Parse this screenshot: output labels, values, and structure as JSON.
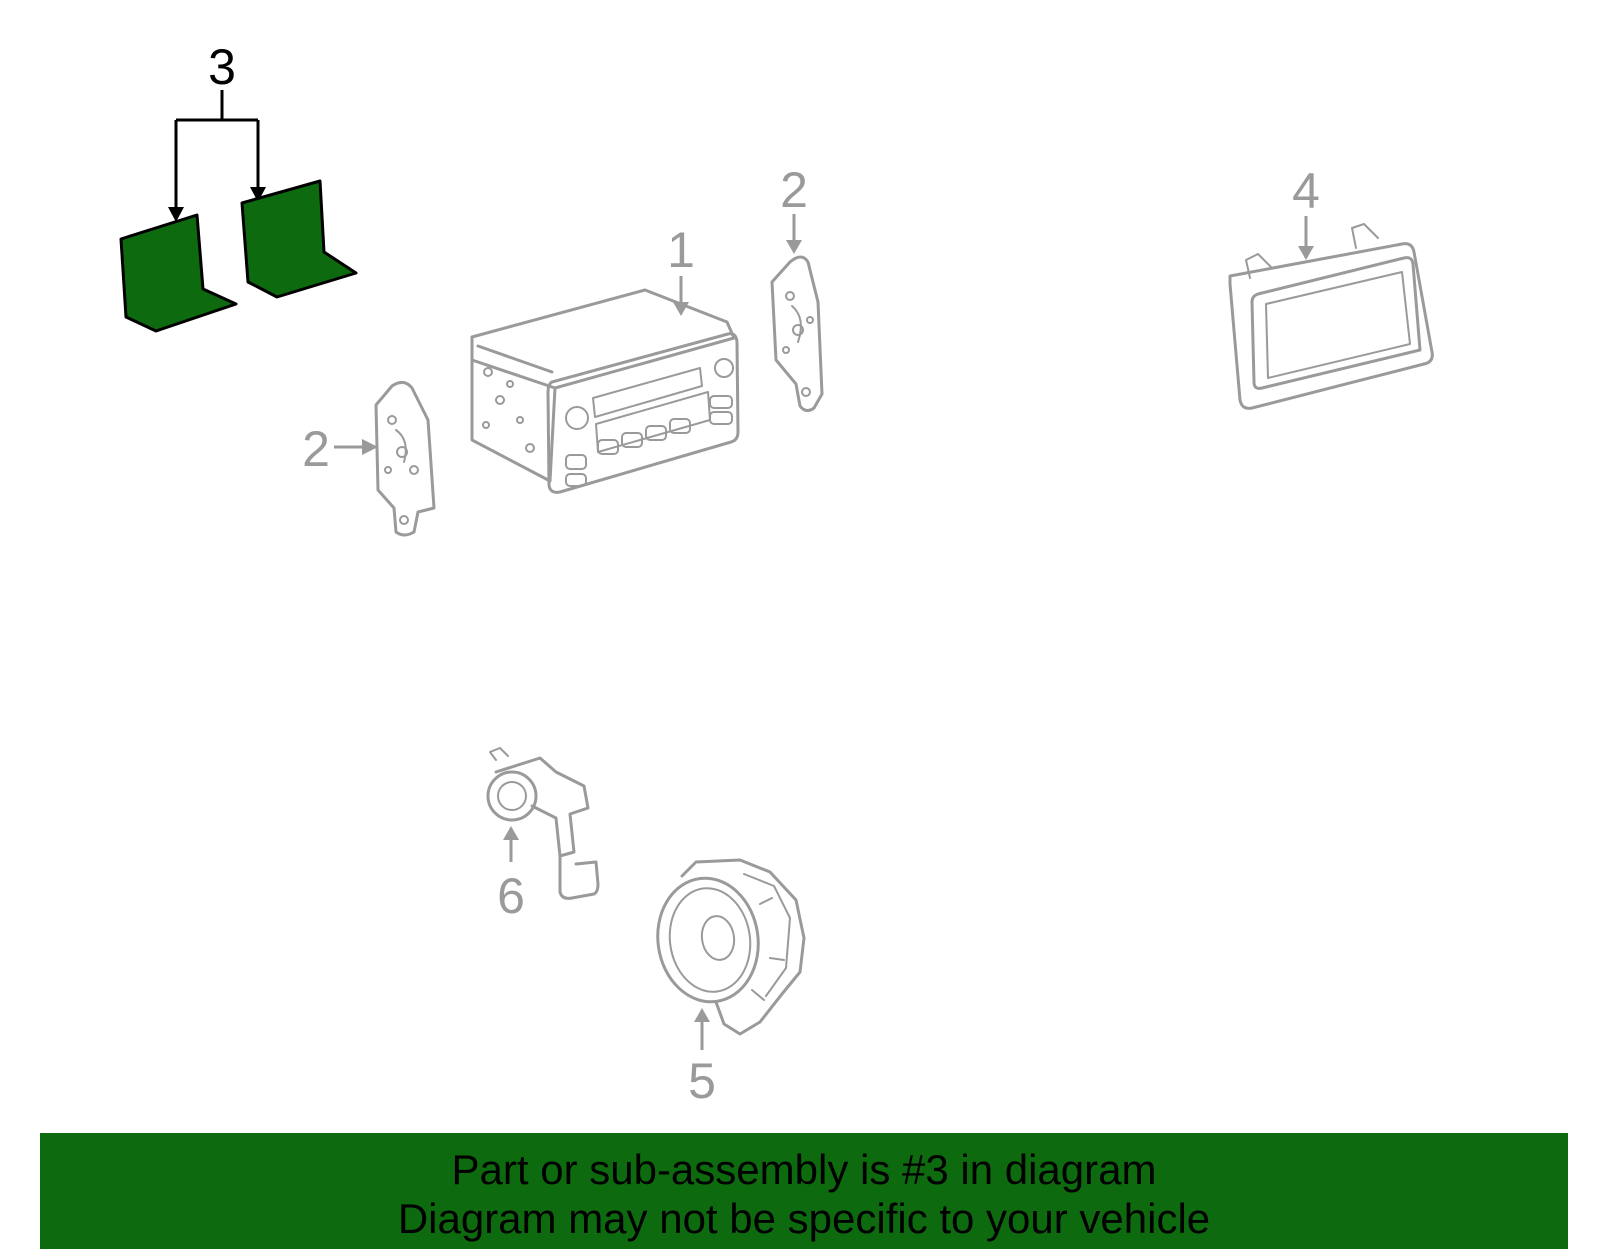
{
  "callouts": {
    "c1": "1",
    "c2a": "2",
    "c2b": "2",
    "c3": "3",
    "c4": "4",
    "c5": "5",
    "c6": "6"
  },
  "banner": {
    "line1": "Part or sub-assembly is #3 in diagram",
    "line2": "Diagram may not be specific to your vehicle"
  },
  "colors": {
    "highlight": "#0e6a0e",
    "part_outline": "#9a9a9a",
    "banner_bg": "#0e6a0e"
  }
}
